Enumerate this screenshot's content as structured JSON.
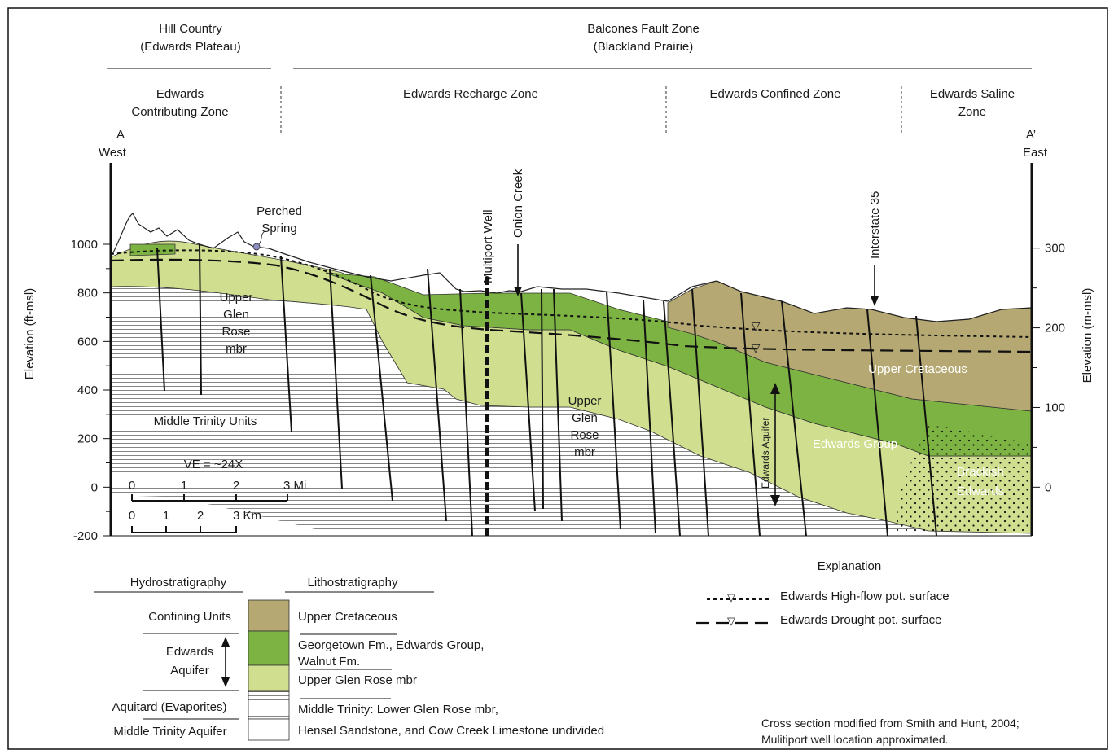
{
  "colors": {
    "upper_cretaceous": "#b5a872",
    "edwards_group": "#7cb342",
    "upper_glen_rose": "#cfdf8f",
    "middle_trinity": "#ffffff",
    "hatch": "#555555",
    "fault": "#111111",
    "brackish_dots": "#111111"
  },
  "header": {
    "left_region_line1": "Hill Country",
    "left_region_line2": "(Edwards Plateau)",
    "right_region_line1": "Balcones Fault Zone",
    "right_region_line2": "(Blackland Prairie)"
  },
  "zones": {
    "contributing_line1": "Edwards",
    "contributing_line2": "Contributing Zone",
    "recharge": "Edwards Recharge Zone",
    "confined": "Edwards Confined Zone",
    "saline_line1": "Edwards Saline",
    "saline_line2": "Zone"
  },
  "section_ends": {
    "west_letter": "A",
    "west_label": "West",
    "east_letter": "A’",
    "east_label": "East"
  },
  "axes": {
    "left_title": "Elevation (ft-msl)",
    "right_title": "Elevation (m-msl)",
    "left_ticks": [
      "1000",
      "800",
      "600",
      "400",
      "200",
      "0",
      "-200"
    ],
    "right_ticks": [
      "300",
      "200",
      "100",
      "0"
    ]
  },
  "features": {
    "perched_spring_line1": "Perched",
    "perched_spring_line2": "Spring",
    "multiport_well": "Multiport Well",
    "onion_creek": "Onion Creek",
    "interstate": "Interstate 35"
  },
  "units": {
    "upper_glen_rose_1": [
      "Upper",
      "Glen",
      "Rose",
      "mbr"
    ],
    "upper_glen_rose_2": [
      "Upper",
      "Glen",
      "Rose",
      "mbr"
    ],
    "middle_trinity": "Middle Trinity Units",
    "upper_cretaceous": "Upper Cretaceous",
    "edwards_group": "Edwards Group",
    "brackish_line1": "Brackish",
    "brackish_line2": "Edwards",
    "edwards_aquifer": "Edwards Aquifer"
  },
  "scale": {
    "ve": "VE = ~24X",
    "mi_ticks": [
      "0",
      "1",
      "2",
      "3 Mi"
    ],
    "km_ticks": [
      "0",
      "1",
      "2",
      "3 Km"
    ]
  },
  "legend": {
    "hydro_header": "Hydrostratigraphy",
    "litho_header": "Lithostratigraphy",
    "confining": "Confining Units",
    "edwards_line1": "Edwards",
    "edwards_line2": "Aquifer",
    "aquitard": "Aquitard (Evaporites)",
    "middle_trinity_aquifer": "Middle Trinity Aquifer",
    "upper_cretaceous": "Upper Cretaceous",
    "georgetown_line1": "Georgetown Fm., Edwards Group,",
    "georgetown_line2": "Walnut Fm.",
    "upper_glen_rose": "Upper Glen Rose mbr",
    "middle_trinity_line1": "Middle Trinity: Lower Glen Rose mbr,",
    "middle_trinity_line2": "Hensel Sandstone, and Cow Creek Limestone undivided"
  },
  "explanation": {
    "title": "Explanation",
    "high_flow": "Edwards High-flow pot. surface",
    "drought": "Edwards Drought pot. surface"
  },
  "credit": {
    "line1": "Cross section modified from Smith and Hunt, 2004;",
    "line2": "Mulitiport well location approximated."
  }
}
